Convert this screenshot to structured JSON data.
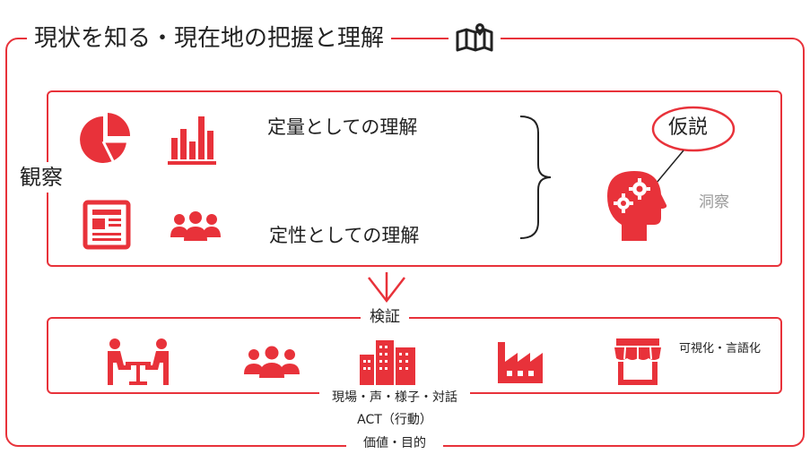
{
  "title": "現状を知る・現在地の把握と理解",
  "colors": {
    "accent": "#e8323a",
    "text": "#222222",
    "muted": "#9a9a9a"
  },
  "observation": {
    "label": "観察",
    "quantitative": "定量としての理解",
    "qualitative": "定性としての理解",
    "icons": [
      "pie-chart-icon",
      "bar-chart-icon",
      "newspaper-icon",
      "people-icon"
    ]
  },
  "insight": {
    "hypothesis": "仮説",
    "label": "洞察"
  },
  "verify": {
    "label": "検証"
  },
  "field": {
    "icons": [
      "meeting-icon",
      "people-icon",
      "buildings-icon",
      "factory-icon",
      "store-icon"
    ],
    "visualize": "可視化・言語化",
    "footer_lines": [
      "現場・声・様子・対話",
      "ACT（行動）",
      "価値・目的"
    ]
  }
}
